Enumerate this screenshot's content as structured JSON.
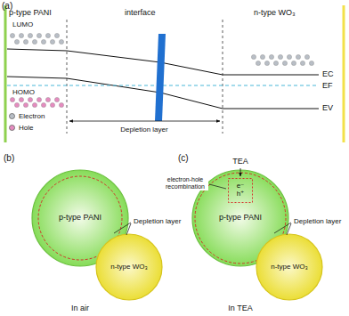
{
  "diagram": {
    "nodes": [
      {
        "text": [
          "p-type PANI"
        ]
      },
      {
        "text": [
          "n-type WO₃"
        ]
      },
      {
        "text": [
          "p-type PANI"
        ]
      },
      {
        "text": [
          "e⁻",
          "h⁺"
        ],
        "in": 2
      },
      {
        "text": [
          "n-type WO₃"
        ]
      }
    ],
    "labels": [
      "(a)",
      "p-type PANI",
      "interface",
      "n-type WO₃",
      "LUMO",
      "HOMO",
      "EC",
      "EF",
      "EV",
      "Depletion layer",
      "(b)",
      "Depletion layer",
      "In air",
      "(c)",
      "TEA",
      "electron-hole recombination",
      "Depletion layer",
      "In TEA"
    ],
    "legend": [
      {
        "text": "Electron",
        "color": "#b8bec6"
      },
      {
        "text": "Hole",
        "color": "#e58bbf"
      }
    ]
  }
}
